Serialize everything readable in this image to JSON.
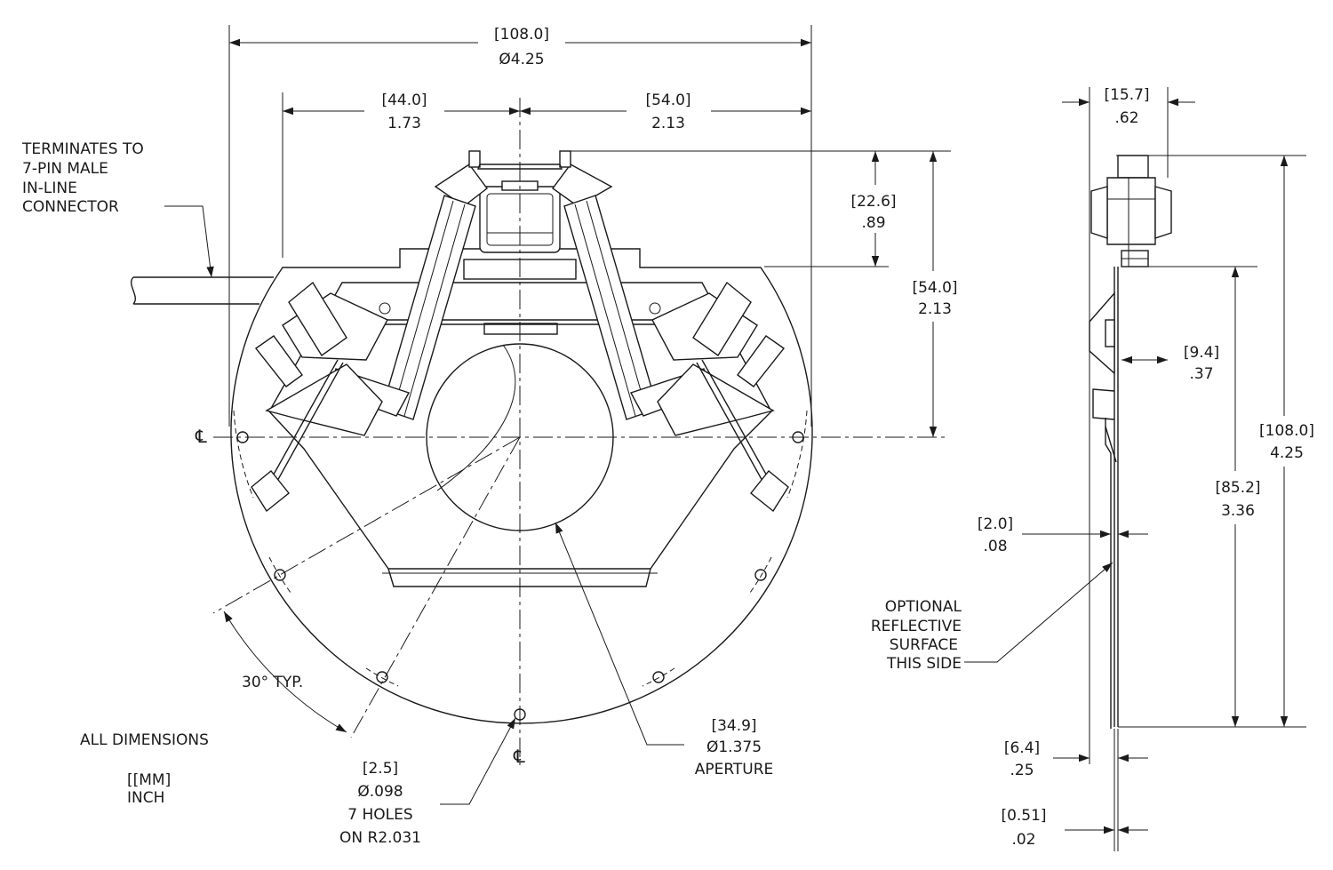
{
  "front_view": {
    "overall_width": {
      "mm": "[108.0]",
      "inch": "Ø4.25"
    },
    "left_offset": {
      "mm": "[44.0]",
      "inch": "1.73"
    },
    "right_offset": {
      "mm": "[54.0]",
      "inch": "2.13"
    },
    "top_step": {
      "mm": "[22.6]",
      "inch": ".89"
    },
    "top_to_center": {
      "mm": "[54.0]",
      "inch": "2.13"
    },
    "cable_note": [
      "TERMINATES TO",
      "7-PIN MALE",
      "IN-LINE",
      "CONNECTOR"
    ],
    "angle_note": "30° TYP.",
    "holes_note": [
      "[2.5]",
      "Ø.098",
      "7 HOLES",
      "ON R2.031"
    ],
    "aperture_note": [
      "[34.9]",
      "Ø1.375",
      "APERTURE"
    ],
    "centerline_symbol": "℄",
    "units_note": [
      "ALL DIMENSIONS",
      "[[MM]",
      "INCH"
    ]
  },
  "side_view": {
    "thickness_top": {
      "mm": "[15.7]",
      "inch": ".62"
    },
    "offset": {
      "mm": "[9.4]",
      "inch": ".37"
    },
    "overall_height": {
      "mm": "[108.0]",
      "inch": "4.25"
    },
    "lower_height": {
      "mm": "[85.2]",
      "inch": "3.36"
    },
    "plate_gap": {
      "mm": "[2.0]",
      "inch": ".08"
    },
    "bottom_width": {
      "mm": "[6.4]",
      "inch": ".25"
    },
    "plate_thickness": {
      "mm": "[0.51]",
      "inch": ".02"
    },
    "reflective_note": [
      "OPTIONAL",
      "REFLECTIVE",
      "SURFACE",
      "THIS SIDE"
    ]
  }
}
